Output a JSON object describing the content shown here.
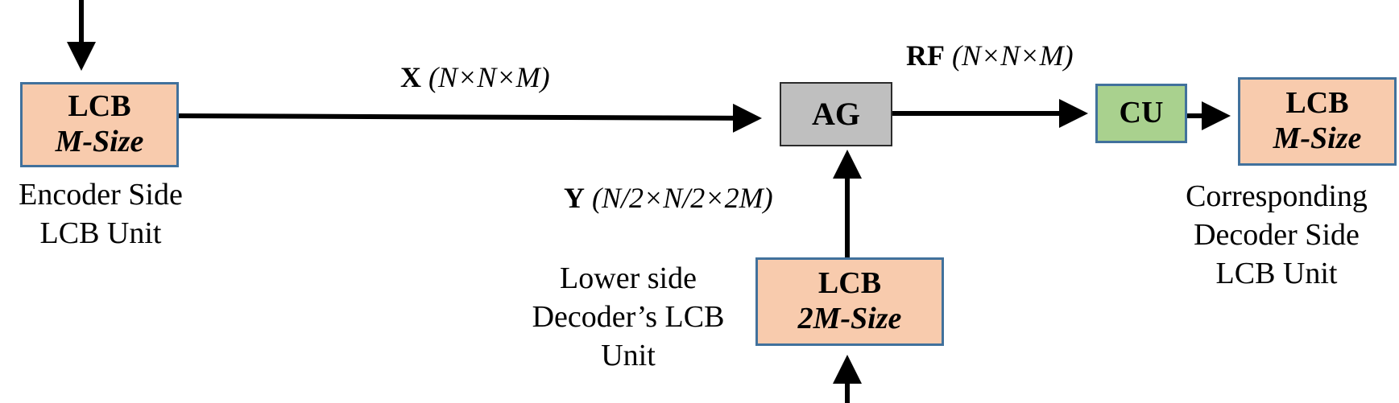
{
  "blocks": {
    "encoder_lcb": {
      "title": "LCB",
      "size": "M-Size"
    },
    "decoder_lcb": {
      "title": "LCB",
      "size": "M-Size"
    },
    "lower_lcb": {
      "title": "LCB",
      "size": "2M-Size"
    },
    "ag": {
      "label": "AG"
    },
    "cu": {
      "label": "CU"
    }
  },
  "captions": {
    "encoder": [
      "Encoder Side",
      "LCB Unit"
    ],
    "lower": [
      "Lower side",
      "Decoder’s LCB",
      "Unit"
    ],
    "decoder": [
      "Corresponding",
      "Decoder Side",
      "LCB Unit"
    ]
  },
  "signals": {
    "x": {
      "name": "X",
      "dims": "(N×N×M)"
    },
    "rf": {
      "name": "RF",
      "dims": "(N×N×M)"
    },
    "y": {
      "name": "Y",
      "dims": "(N/2×N/2×2M)"
    }
  },
  "colors": {
    "lcb_fill": "#f8cbad",
    "block_border": "#41719c",
    "ag_fill": "#bfbfbf",
    "cu_fill": "#a9d18e"
  }
}
